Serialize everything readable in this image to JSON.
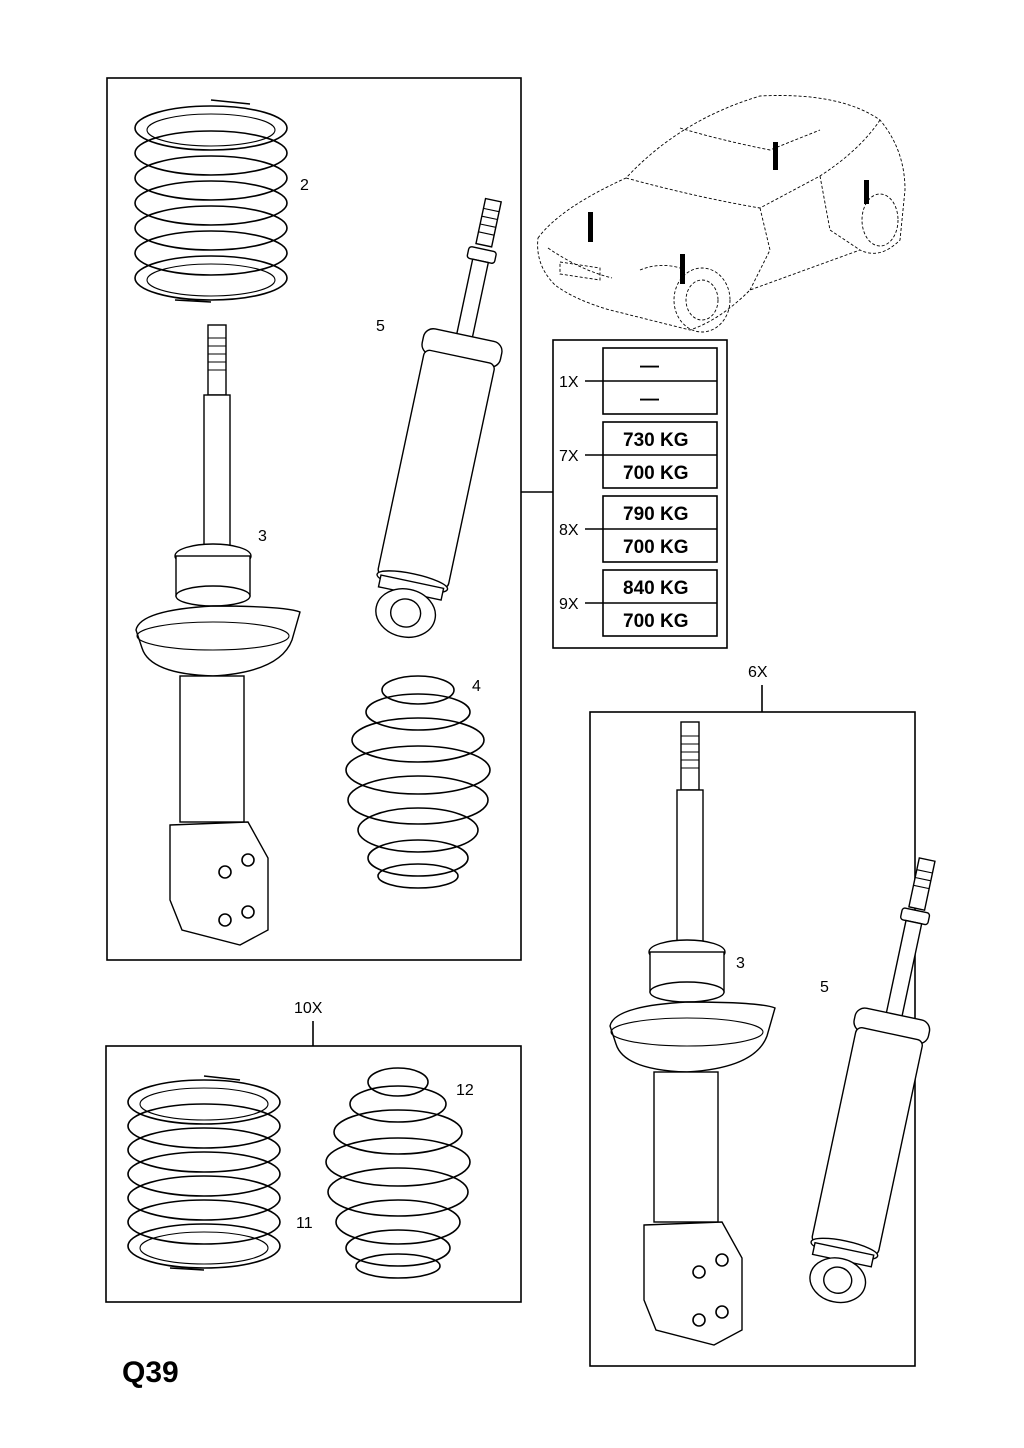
{
  "diagram_code": "Q39",
  "callouts": {
    "spring_front": "2",
    "strut_main": "3",
    "spring_rear": "4",
    "shock_main": "5",
    "kit_6x": "6X",
    "strut_6x": "3",
    "shock_6x": "5",
    "kit_10x": "10X",
    "spring_11": "11",
    "spring_12": "12"
  },
  "variants": [
    {
      "id": "1X",
      "top": "—",
      "bottom": "—"
    },
    {
      "id": "7X",
      "top": "730 KG",
      "bottom": "700 KG"
    },
    {
      "id": "8X",
      "top": "790 KG",
      "bottom": "700 KG"
    },
    {
      "id": "9X",
      "top": "840 KG",
      "bottom": "700 KG"
    }
  ]
}
